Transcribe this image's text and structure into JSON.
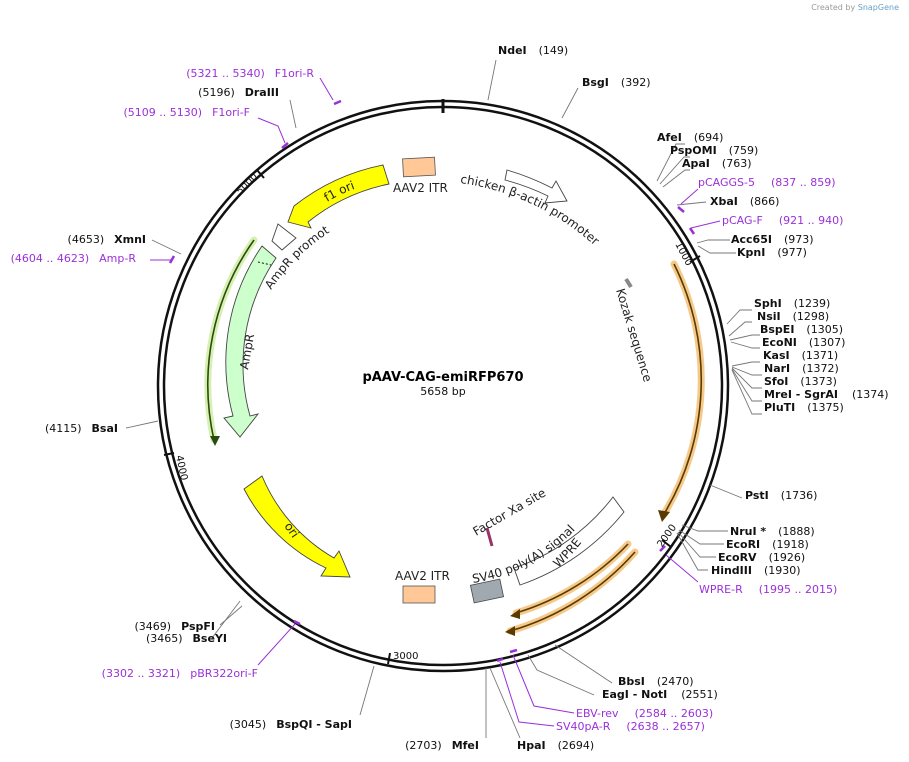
{
  "credit": {
    "prefix": "Created by",
    "brand": "SnapGene"
  },
  "plasmid": {
    "name": "pAAV-CAG-emiRFP670",
    "length_label": "5658 bp",
    "length": 5658
  },
  "ticks": [
    {
      "bp": 1000,
      "label": "1000"
    },
    {
      "bp": 2000,
      "label": "2000"
    },
    {
      "bp": 3000,
      "label": "3000"
    },
    {
      "bp": 4000,
      "label": "4000"
    },
    {
      "bp": 5000,
      "label": "5000"
    }
  ],
  "sites": [
    {
      "name": "NdeI",
      "pos": "(149)"
    },
    {
      "name": "BsgI",
      "pos": "(392)"
    },
    {
      "name": "AfeI",
      "pos": "(694)"
    },
    {
      "name": "PspOMI",
      "pos": "(759)"
    },
    {
      "name": "ApaI",
      "pos": "(763)"
    },
    {
      "name": "XbaI",
      "pos": "(866)"
    },
    {
      "name": "Acc65I",
      "pos": "(973)"
    },
    {
      "name": "KpnI",
      "pos": "(977)"
    },
    {
      "name": "SphI",
      "pos": "(1239)"
    },
    {
      "name": "NsiI",
      "pos": "(1298)"
    },
    {
      "name": "BspEI",
      "pos": "(1305)"
    },
    {
      "name": "EcoNI",
      "pos": "(1307)"
    },
    {
      "name": "KasI",
      "pos": "(1371)"
    },
    {
      "name": "NarI",
      "pos": "(1372)"
    },
    {
      "name": "SfoI",
      "pos": "(1373)"
    },
    {
      "name": "MreI - SgrAI",
      "pos": "(1374)"
    },
    {
      "name": "PluTI",
      "pos": "(1375)"
    },
    {
      "name": "PstI",
      "pos": "(1736)"
    },
    {
      "name": "NruI *",
      "pos": "(1888)"
    },
    {
      "name": "EcoRI",
      "pos": "(1918)"
    },
    {
      "name": "EcoRV",
      "pos": "(1926)"
    },
    {
      "name": "HindIII",
      "pos": "(1930)"
    },
    {
      "name": "BbsI",
      "pos": "(2470)"
    },
    {
      "name": "EagI - NotI",
      "pos": "(2551)"
    },
    {
      "name": "HpaI",
      "pos": "(2694)"
    },
    {
      "name": "MfeI",
      "pos": "(2703)"
    },
    {
      "name": "BspQI - SapI",
      "pos": "(3045)"
    },
    {
      "name": "BseYI",
      "pos": "(3465)"
    },
    {
      "name": "PspFI",
      "pos": "(3469)"
    },
    {
      "name": "BsaI",
      "pos": "(4115)"
    },
    {
      "name": "XmnI",
      "pos": "(4653)"
    },
    {
      "name": "DraIII",
      "pos": "(5196)"
    }
  ],
  "primers": [
    {
      "name": "pCAGGS-5",
      "range": "(837 .. 859)"
    },
    {
      "name": "pCAG-F",
      "range": "(921 .. 940)"
    },
    {
      "name": "WPRE-R",
      "range": "(1995 .. 2015)"
    },
    {
      "name": "EBV-rev",
      "range": "(2584 .. 2603)"
    },
    {
      "name": "SV40pA-R",
      "range": "(2638 .. 2657)"
    },
    {
      "name": "pBR322ori-F",
      "range": "(3302 .. 3321)"
    },
    {
      "name": "Amp-R",
      "range": "(4604 .. 4623)"
    },
    {
      "name": "F1ori-F",
      "range": "(5109 .. 5130)"
    },
    {
      "name": "F1ori-R",
      "range": "(5321 .. 5340)"
    }
  ],
  "features": [
    {
      "label": "AAV2 ITR",
      "color": "#ffc896"
    },
    {
      "label": "chicken β-actin promoter",
      "color": "#ffffff"
    },
    {
      "label": "Kozak sequence",
      "color": "#999999"
    },
    {
      "label": "Factor Xa site",
      "color": "#993366"
    },
    {
      "label": "WPRE",
      "color": "#ffffff"
    },
    {
      "label": "SV40 poly(A) signal",
      "color": "#ffffff"
    },
    {
      "label": "AAV2 ITR",
      "color": "#ffc896"
    },
    {
      "label": "ori",
      "color": "#ffff00"
    },
    {
      "label": "AmpR",
      "color": "#ccffcc"
    },
    {
      "label": "AmpR promoter",
      "color": "#ffffff"
    },
    {
      "label": "f1 ori",
      "color": "#ffff00"
    }
  ],
  "colors": {
    "backbone": "#111111",
    "primer": "#9b30d9",
    "orf_highlight": "#f5c98a",
    "orf_line": "#5a3a00",
    "gray_feature": "#a0a8b0"
  }
}
